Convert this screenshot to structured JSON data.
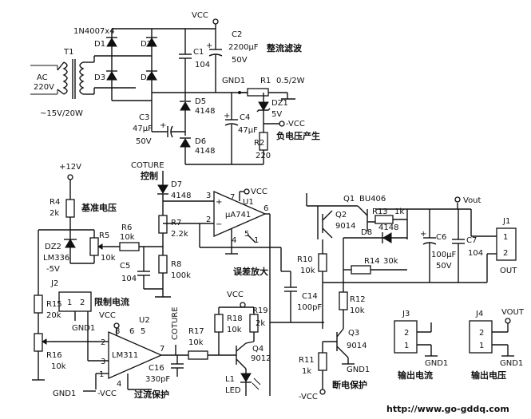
{
  "title": "",
  "url": "http://www.go-gddq.com",
  "labels": {
    "vcc_top": "VCC",
    "bridge_model": "1N4007x4",
    "d1": "D1",
    "d2": "D2",
    "d3": "D3",
    "d4": "D4",
    "t1": "T1",
    "ac": "AC",
    "ac_v": "220V",
    "trans_out": "~15V/20W",
    "c1": "C1",
    "c1_v": "104",
    "c2": "C2",
    "c2_v": "2200μF",
    "c2_v2": "50V",
    "rectifier_cn": "整流滤波",
    "gnd1_a": "GND1",
    "r1": "R1",
    "r1_v": "0.5/2W",
    "d5": "D5",
    "d5_v": "4148",
    "dz1": "DZ1",
    "dz1_v": "5V",
    "c3": "C3",
    "c3_v": "47μF",
    "c3_v2": "50V",
    "c4": "C4",
    "c4_v": "47μF",
    "neg_vcc": "-VCC",
    "negative_cn": "负电压产生",
    "d6": "D6",
    "d6_v": "4148",
    "r2": "R2",
    "r2_v": "220",
    "p12v": "+12V",
    "coture": "COTURE",
    "control_cn": "控制",
    "d7": "D7",
    "d7_v": "4148",
    "r4": "R4",
    "r4_v": "2k",
    "ref_cn": "基准电压",
    "r7": "R7",
    "r7_v": "2.2k",
    "vcc_u1": "VCC",
    "u1": "U1",
    "u1_model": "μA741",
    "pin3": "3",
    "pin2": "2",
    "pin7": "7",
    "pin4": "4",
    "pin6": "6",
    "pin5": "5",
    "pin1": "1",
    "dz2": "DZ2",
    "dz2_model": "LM336",
    "dz2_v": "-5V",
    "r5": "R5",
    "r5_v": "10k",
    "r6": "R6",
    "r6_v": "10k",
    "c5": "C5",
    "c5_v": "104",
    "r8": "R8",
    "r8_v": "100k",
    "error_cn": "误差放大",
    "q1": "Q1",
    "q1_model": "BU406",
    "vout": "Vout",
    "q2": "Q2",
    "q2_model": "9014",
    "r13": "R13",
    "r13_v": "1k",
    "d8": "D8",
    "d8_v": "4148",
    "c6": "C6",
    "c6_v": "100μF",
    "c6_v2": "50V",
    "c7": "C7",
    "c7_v": "104",
    "j1": "J1",
    "j1_p1": "1",
    "j1_p2": "2",
    "j1_out": "OUT",
    "r14": "R14",
    "r14_v": "30k",
    "r10": "R10",
    "r10_v": "10k",
    "j2": "J2",
    "j2_p1": "1",
    "j2_p2": "2",
    "limit_cn": "限制电流",
    "r15": "R15",
    "r15_v": "20k",
    "gnd1_j2": "GND1",
    "vcc_u2": "VCC",
    "u2": "U2",
    "u2_model": "LM311",
    "u2_p8": "8",
    "u2_p6": "6",
    "u2_p5": "5",
    "u2_p2": "2",
    "u2_p3": "3",
    "u2_p4": "4",
    "u2_p7": "7",
    "u2_p1": "1",
    "coture2": "COTURE",
    "r16": "R16",
    "r16_v": "10k",
    "c16": "C16",
    "c16_v": "330pF",
    "r17": "R17",
    "r17_v": "10k",
    "vcc_q4": "VCC",
    "r18": "R18",
    "r18_v": "10k",
    "r19": "R19",
    "r19_v": "2k",
    "q4": "Q4",
    "q4_model": "9012",
    "c14": "C14",
    "c14_v": "100pF",
    "r12": "R12",
    "r12_v": "10k",
    "q3": "Q3",
    "q3_model": "9014",
    "r11": "R11",
    "r11_v": "1k",
    "gnd1_q3": "GND1",
    "neg_vcc2": "-VCC",
    "cutoff_cn": "断电保护",
    "l1": "L1",
    "led": "LED",
    "gnd1_bl": "GND1",
    "neg_vcc3": "-VCC",
    "overcur_cn": "过流保护",
    "j3": "J3",
    "j3_p2": "2",
    "j3_p1": "1",
    "j3_gnd": "GND1",
    "out_current_cn": "输出电流",
    "j4": "J4",
    "j4_vout": "VOUT",
    "j4_p2": "2",
    "j4_p1": "1",
    "j4_gnd": "GND1",
    "out_voltage_cn": "输出电压"
  }
}
